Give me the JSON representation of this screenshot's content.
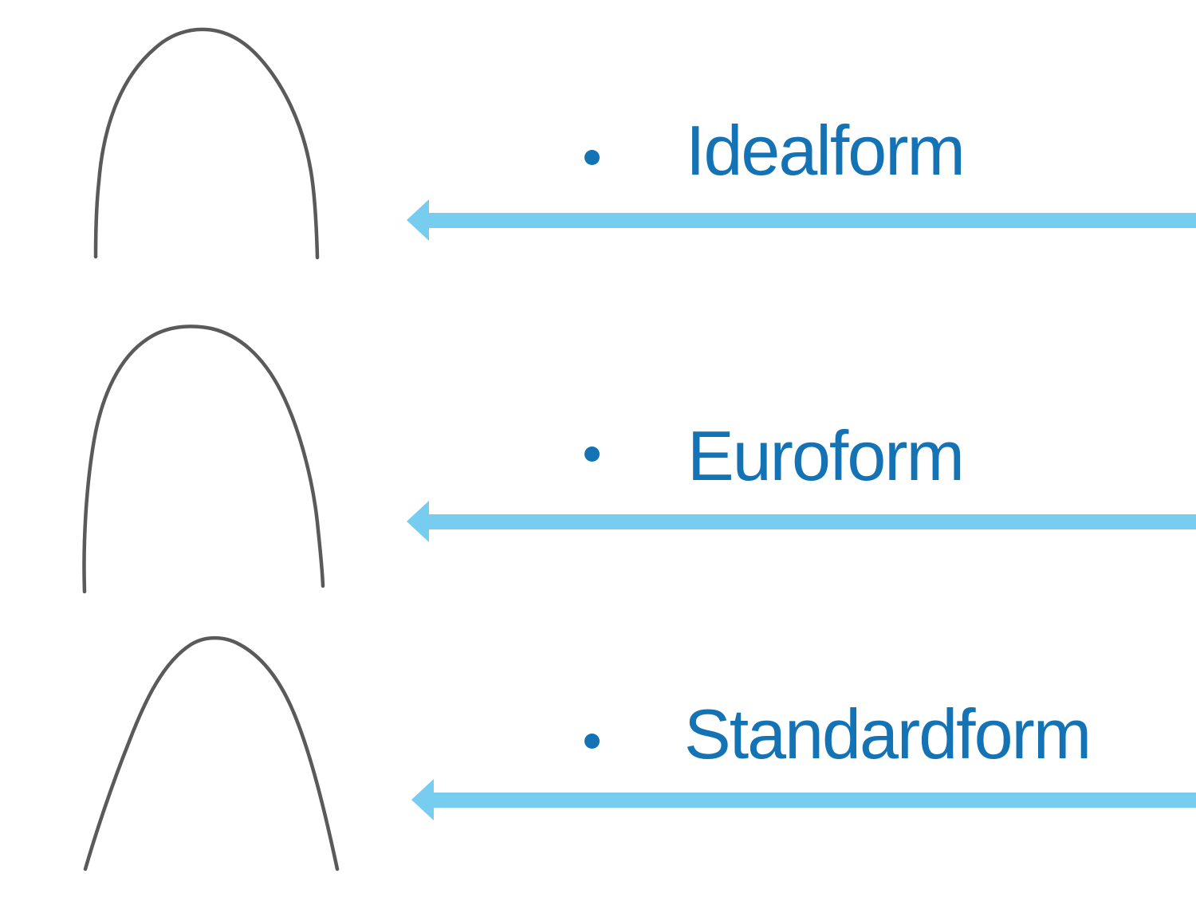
{
  "slide": {
    "items": [
      {
        "label": "Idealform",
        "shape": "archwire-ideal-form"
      },
      {
        "label": "Euroform",
        "shape": "archwire-euro-form"
      },
      {
        "label": "Standardform",
        "shape": "archwire-standard-form"
      }
    ]
  },
  "icons": {
    "arrow": "left-arrow",
    "bullet": "filled-circle"
  },
  "colors": {
    "background": "#ffffff",
    "label_text": "#1473b4",
    "bullet": "#1473b4",
    "arrow": "#76cdf0",
    "wire": "#595a5c"
  }
}
